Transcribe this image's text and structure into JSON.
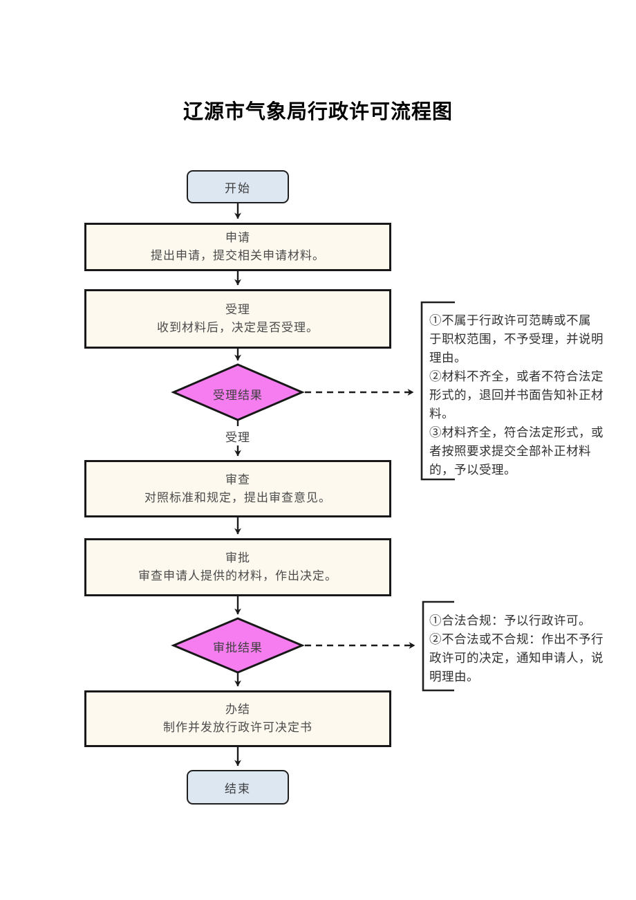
{
  "page": {
    "title": "辽源市气象局行政许可流程图"
  },
  "flowchart": {
    "start": {
      "label": "开始"
    },
    "steps": [
      {
        "title": "申请",
        "desc": "提出申请，提交相关申请材料。"
      },
      {
        "title": "受理",
        "desc": "收到材料后，决定是否受理。"
      },
      {
        "title": "审查",
        "desc": "对照标准和规定，提出审查意见。"
      },
      {
        "title": "审批",
        "desc": "审查申请人提供的材料，作出决定。"
      },
      {
        "title": "办结",
        "desc": "制作并发放行政许可决定书"
      }
    ],
    "decisions": [
      {
        "label": "受理结果",
        "branch_label": "受理"
      },
      {
        "label": "审批结果"
      }
    ],
    "annotations": [
      {
        "text": "①不属于行政许可范畴或不属\n于职权范围，不予受理，并说明\n理由。\n②材料不齐全，或者不符合法定\n形式的，退回并书面告知补正材\n料。\n③材料齐全，符合法定形式，或\n者按照要求提交全部补正材料\n的，予以受理。"
      },
      {
        "text": "①合法合规：予以行政许可。\n②不合法或不合规：作出不予行\n政许可的决定，通知申请人，说\n明理由。"
      }
    ],
    "end": {
      "label": "结束"
    }
  },
  "colors": {
    "terminator_fill": "#dce7f2",
    "process_fill": "#fdf9ee",
    "decision_fill": "#f67df0",
    "line": "#1a1a1a"
  }
}
